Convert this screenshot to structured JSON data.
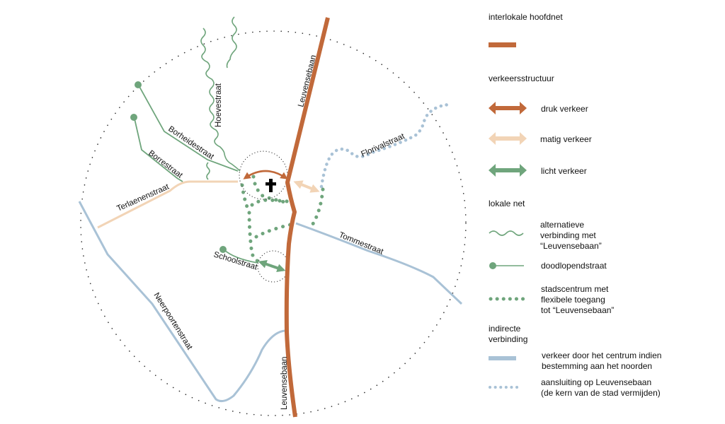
{
  "colors": {
    "main_road": "#c1693a",
    "busy": "#c1693a",
    "moderate": "#f2d4b6",
    "light": "#6fa57c",
    "local_green": "#6fa57c",
    "indirect_blue": "#a9c2d6",
    "boundary": "#333333",
    "church": "#000000"
  },
  "map": {
    "streets": {
      "leuvensebaan_north": "Leuvensebaan",
      "leuvensebaan_south": "Leuvensebaan",
      "hoevestraat": "Hoevestraat",
      "borheidestraat": "Borheidestraat",
      "borrestraat": "Borrestraat",
      "terlaenenstraat": "Terlaenenstraat",
      "florivalstraat": "Florivalstraat",
      "tommestraat": "Tommestraat",
      "schoolstraat": "Schoolstraat",
      "neerpoortenstraat": "Neerpoortenstraat"
    },
    "church_icon": "church-cross-icon"
  },
  "legend": {
    "main_network": {
      "heading": "interlokale hoofdnet"
    },
    "traffic_structure": {
      "heading": "verkeersstructuur",
      "items": [
        {
          "label": "druk verkeer",
          "icon": "double-arrow-busy"
        },
        {
          "label": "matig verkeer",
          "icon": "double-arrow-moderate"
        },
        {
          "label": "licht verkeer",
          "icon": "double-arrow-light"
        }
      ]
    },
    "local_network": {
      "heading": "lokale net",
      "items": [
        {
          "label": "alternatieve\nverbinding met\n“Leuvensebaan”",
          "icon": "wavy-line"
        },
        {
          "label": "doodlopendstraat",
          "icon": "dead-end-line"
        },
        {
          "label": "stadscentrum met\nflexibele toegang\ntot “Leuvensebaan”",
          "icon": "green-dotted-line"
        }
      ]
    },
    "indirect": {
      "heading": "indirecte\nverbinding",
      "items": [
        {
          "label": "verkeer door het centrum indien\nbestemming aan het noorden",
          "icon": "blue-solid-line"
        },
        {
          "label": "aansluiting op Leuvensebaan\n(de kern van de stad vermijden)",
          "icon": "blue-dotted-line"
        }
      ]
    }
  }
}
